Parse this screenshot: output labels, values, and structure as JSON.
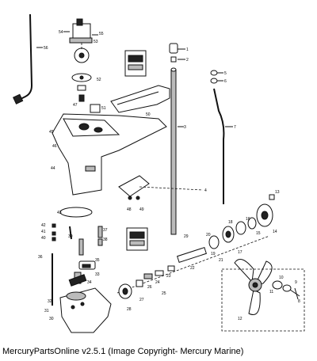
{
  "caption": "MercuryPartsOnline v2.5.1 (Image Copyright- Mercury Marine)",
  "callouts": [
    "1",
    "2",
    "3",
    "4",
    "5",
    "6",
    "7",
    "8",
    "9",
    "10",
    "11",
    "12",
    "13",
    "14",
    "15",
    "16",
    "17",
    "18",
    "19",
    "20",
    "21",
    "22",
    "23",
    "24",
    "25",
    "26",
    "27",
    "28",
    "29",
    "30",
    "31",
    "32",
    "33",
    "34",
    "35",
    "36",
    "37",
    "38",
    "39",
    "40",
    "41",
    "42",
    "43",
    "44",
    "45",
    "46",
    "47",
    "48",
    "49",
    "50",
    "51",
    "52",
    "53",
    "54",
    "55",
    "56"
  ]
}
